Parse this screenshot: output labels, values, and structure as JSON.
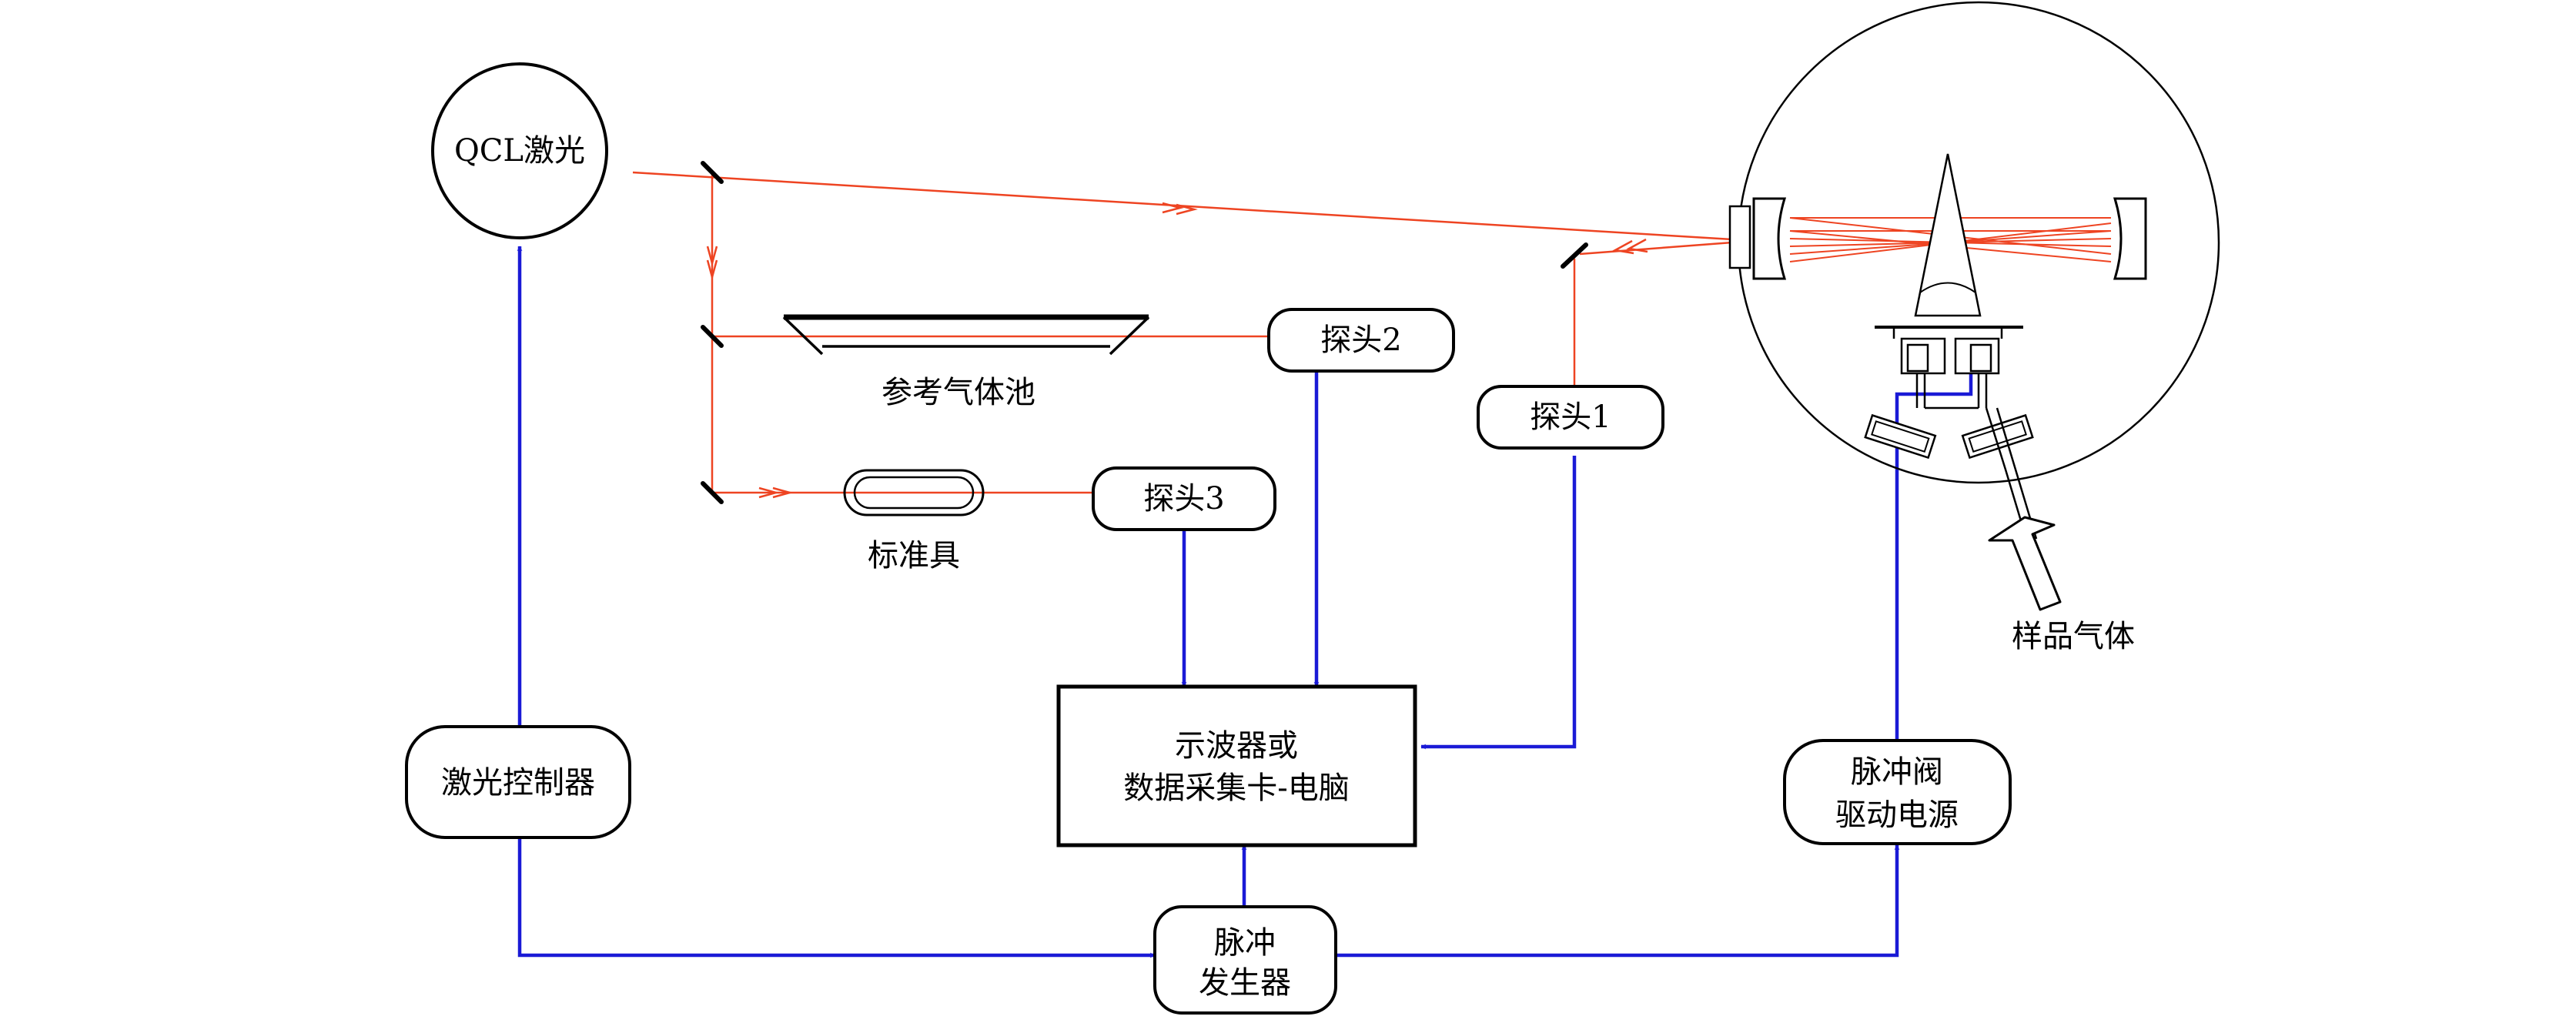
{
  "labels": {
    "qcl_laser": "QCL激光",
    "laser_controller": "激光控制器",
    "reference_cell": "参考气体池",
    "etalon": "标准具",
    "detector_1": "探头1",
    "detector_2": "探头2",
    "detector_3": "探头3",
    "oscilloscope_line1": "示波器或",
    "oscilloscope_line2": "数据采集卡-电脑",
    "pulse_generator_line1": "脉冲",
    "pulse_generator_line2": "发生器",
    "valve_driver_line1": "脉冲阀",
    "valve_driver_line2": "驱动电源",
    "sample_gas": "样品气体"
  },
  "colors": {
    "laser_beam": "#ee4422",
    "signal_line": "#1a1ad6",
    "outline": "#000000"
  }
}
